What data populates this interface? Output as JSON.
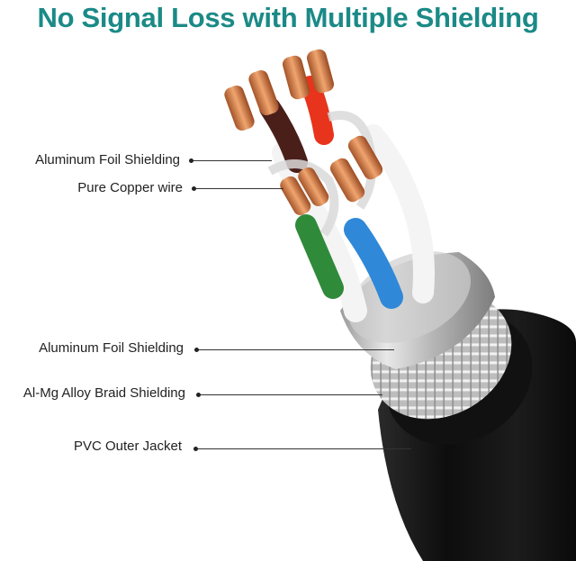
{
  "title": "No Signal Loss with Multiple Shielding",
  "labels": [
    "Aluminum Foil Shielding",
    "Pure Copper wire",
    "Aluminum Foil Shielding",
    "Al-Mg Alloy Braid Shielding",
    "PVC Outer Jacket"
  ],
  "colors": {
    "title": "#1b8a87",
    "jacket": "#151515",
    "wire_brown": "#4a1f1a",
    "wire_orange": "#e8341c",
    "wire_blue": "#2f88d8",
    "wire_green": "#2f8a3a",
    "copper": "#c9713f"
  }
}
